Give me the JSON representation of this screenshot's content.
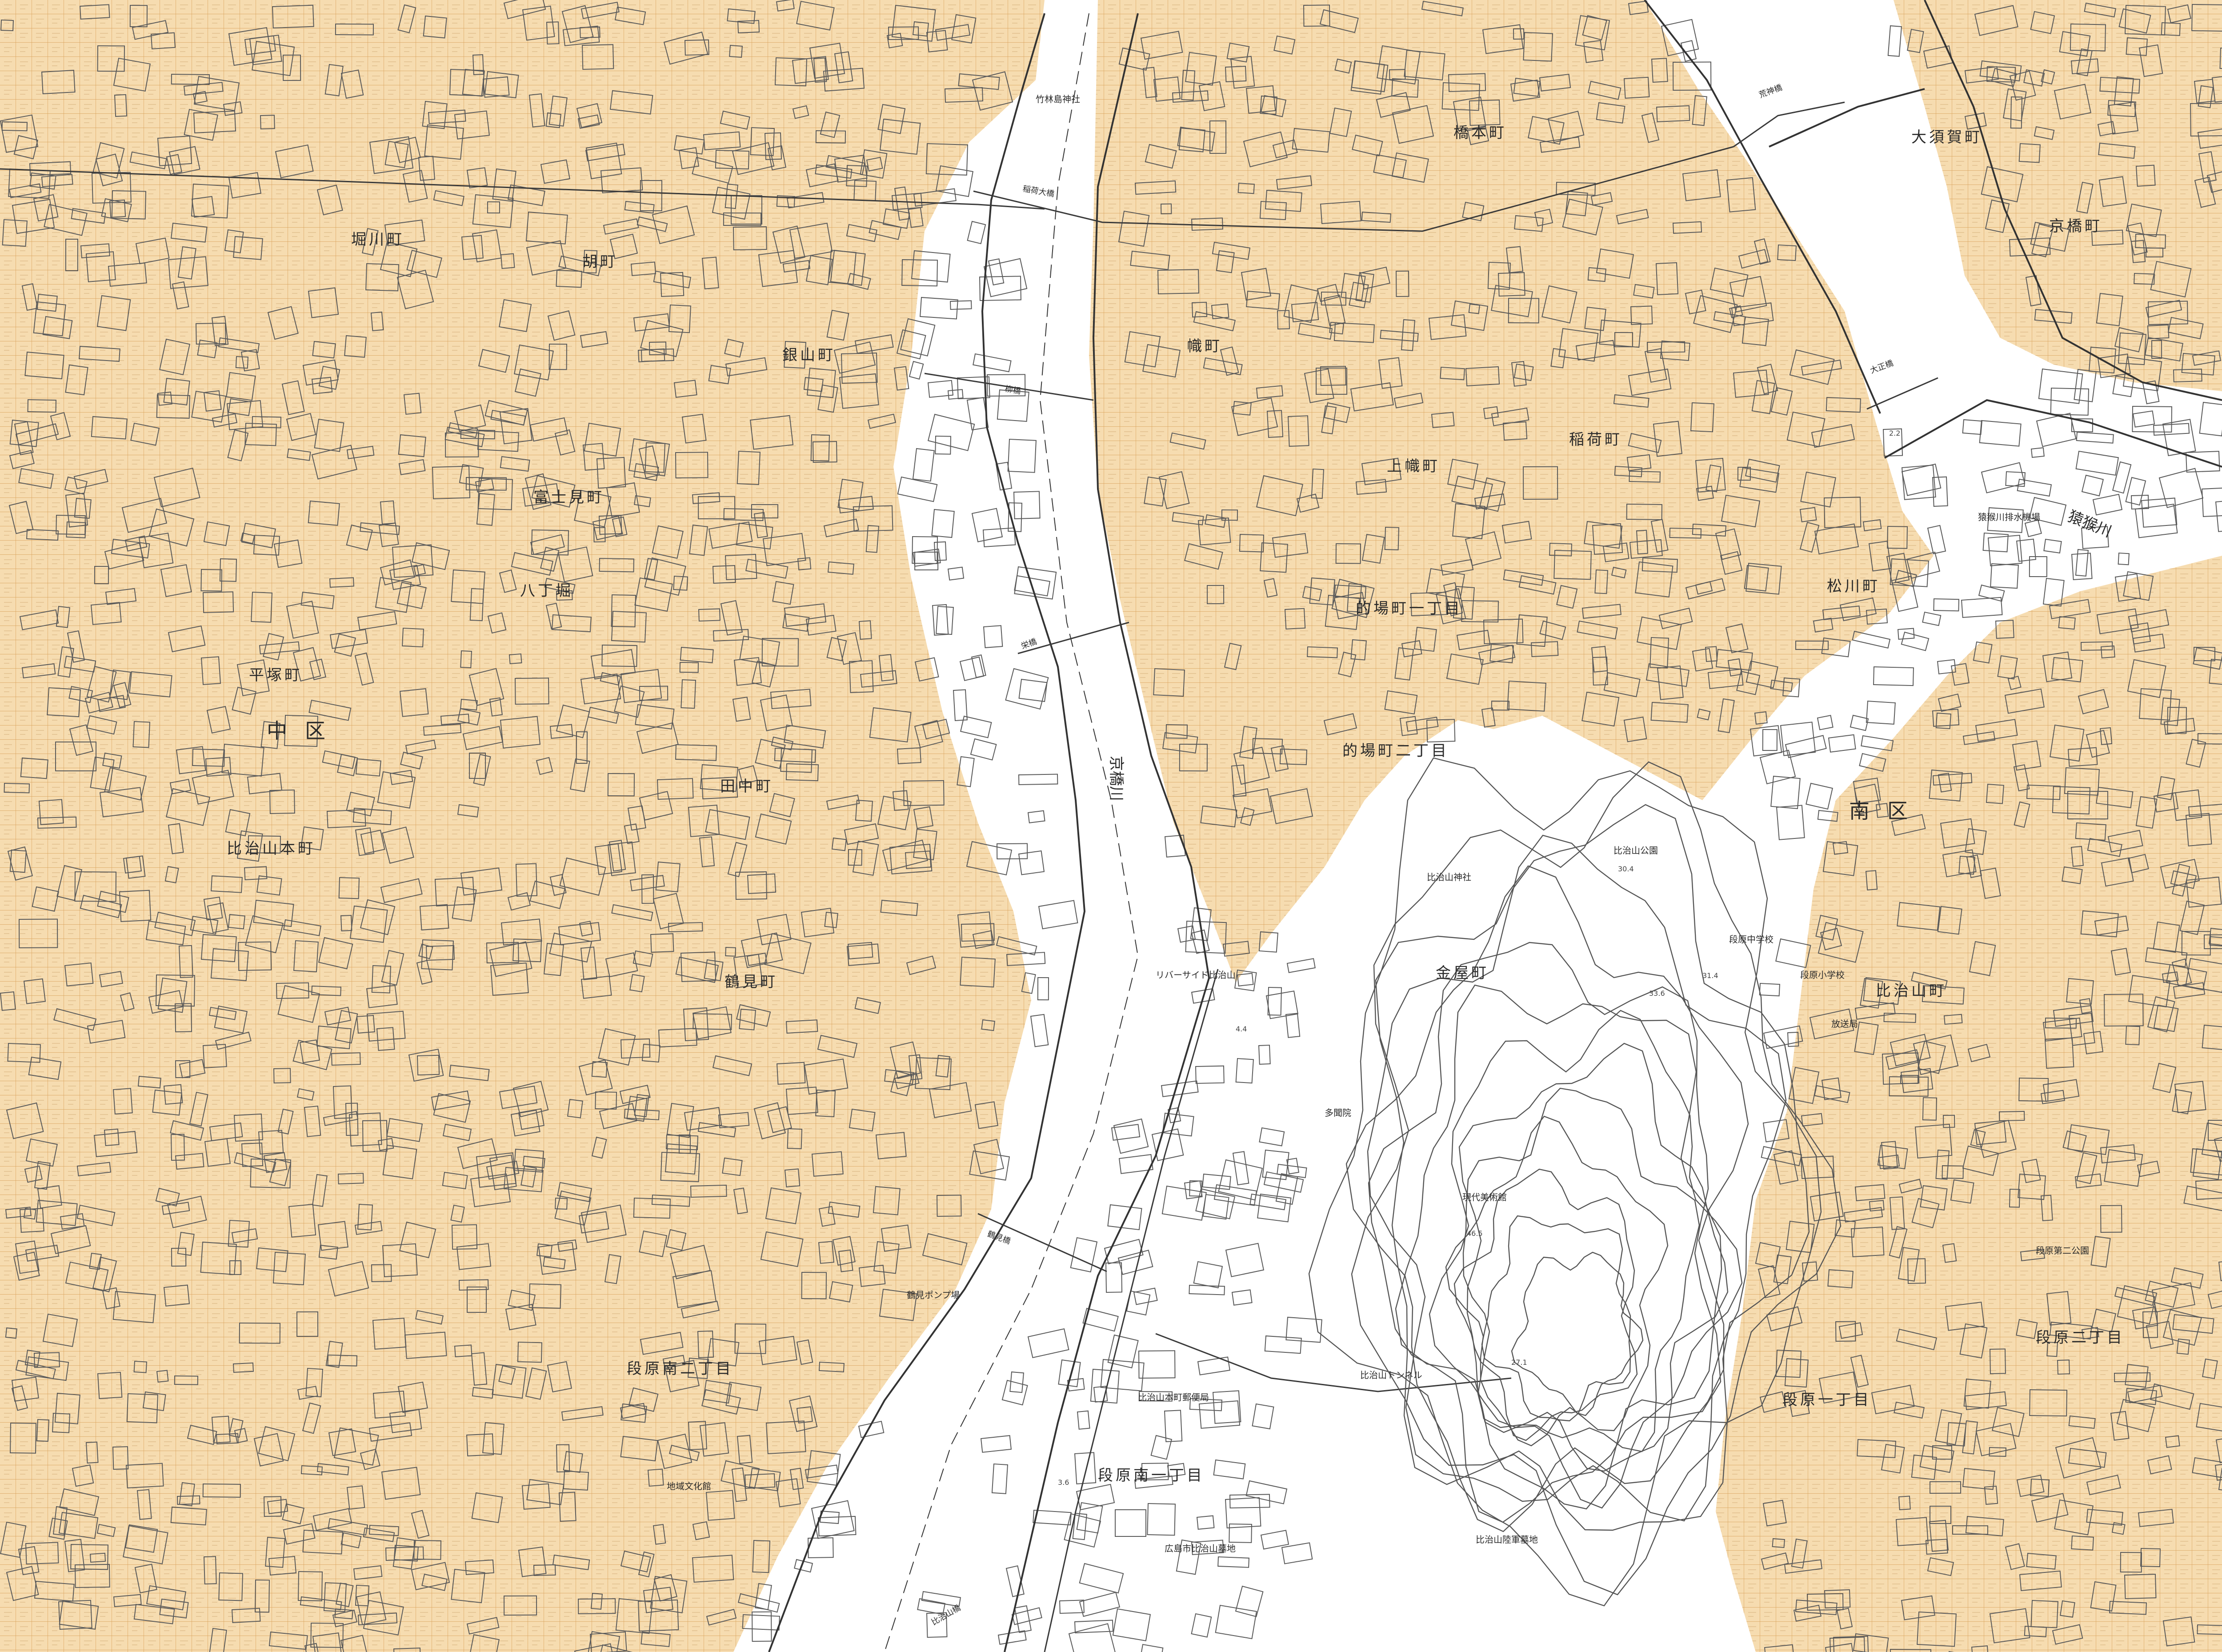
{
  "colors": {
    "paper": "#ffffff",
    "flood_fill": "#f6dcb0",
    "flood_grid": "#d9a25a",
    "building_stroke": "#5a5a5a",
    "contour_stroke": "#555555",
    "river_bank": "#333333"
  },
  "map": {
    "districts": [
      "中区",
      "南区"
    ],
    "rivers": [
      "京橋川",
      "猿猴川"
    ],
    "towns": [
      "堀川町",
      "胡町",
      "銀山町",
      "幟町",
      "上幟町",
      "八丁堀",
      "橋本町",
      "稲荷町",
      "的場町一丁目",
      "的場町二丁目",
      "松川町",
      "比治山町",
      "段原一丁目",
      "段原二丁目",
      "段原南一丁目",
      "段原南二丁目",
      "比治山本町",
      "鶴見町",
      "田中町",
      "平塚町",
      "富士見町",
      "大須賀町",
      "金屋町",
      "京橋町"
    ],
    "bridges": [
      "稲荷大橋",
      "柳橋",
      "栄橋",
      "鶴見橋",
      "比治山橋",
      "荒神橋",
      "大正橋"
    ],
    "landmarks": [
      "竹林島神社",
      "比治山公園",
      "比治山神社",
      "比治山トンネル",
      "比治山本町郵便局",
      "多聞院",
      "現代美術館",
      "広島市比治山墓地",
      "比治山陸軍墓地",
      "猿猴川排水機場",
      "リバーサイド比治山",
      "放送局",
      "段原小学校",
      "段原中学校",
      "段原第二公園",
      "鶴見ポンプ場",
      "地域文化館"
    ],
    "elevations": [
      "30.4",
      "33.6",
      "27.1",
      "46.5",
      "31.4",
      "4.4",
      "3.6",
      "2.2"
    ]
  }
}
